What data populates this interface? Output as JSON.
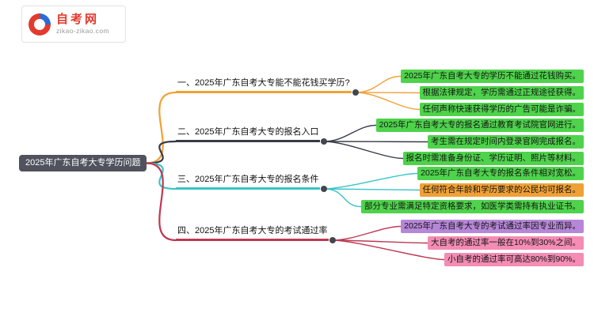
{
  "logo": {
    "site_name": "自考网",
    "site_url": "zikao-zikao.com"
  },
  "root": {
    "label": "2025年广东自考大专学历问题",
    "bg": "#50535e"
  },
  "colors": {
    "logo_red": "#e23a2c",
    "logo_blue": "#2c6bd8",
    "url_gray": "#9a9a9a",
    "box_border": "#e3e3e3",
    "root_bg": "#50535e",
    "dot": "#41464f",
    "leaf_green": "#4ed34b",
    "leaf_orange": "#f0a135",
    "leaf_purple": "#b687d8",
    "leaf_pink": "#f48cb4"
  },
  "branches": [
    {
      "title": "一、2025年广东自考大专能不能花钱买学历?",
      "color": "#f0a135",
      "leaves": [
        {
          "text": "2025年广东自考大专的学历不能通过花钱购买。",
          "bg": "#4ed34b"
        },
        {
          "text": "根据法律规定，学历需通过正规途径获得。",
          "bg": "#4ed34b"
        },
        {
          "text": "任何声称快速获得学历的广告可能是诈骗。",
          "bg": "#4ed34b"
        }
      ]
    },
    {
      "title": "二、2025年广东自考大专的报名入口",
      "color": "#363b47",
      "leaves": [
        {
          "text": "2025年广东自考大专的报名通过教育考试院官网进行。",
          "bg": "#4ed34b"
        },
        {
          "text": "考生需在规定时间内登录官网完成报名。",
          "bg": "#4ed34b"
        },
        {
          "text": "报名时需准备身份证、学历证明、照片等材料。",
          "bg": "#4ed34b"
        }
      ]
    },
    {
      "title": "三、2025年广东自考大专的报名条件",
      "color": "#39c4c7",
      "leaves": [
        {
          "text": "2025年广东自考大专的报名条件相对宽松。",
          "bg": "#4ed34b"
        },
        {
          "text": "任何符合年龄和学历要求的公民均可报名。",
          "bg": "#f0a135"
        },
        {
          "text": "部分专业需满足特定资格要求，如医学类需持有执业证书。",
          "bg": "#4ed34b"
        }
      ]
    },
    {
      "title": "四、2025年广东自考大专的考试通过率",
      "color": "#bd3853",
      "leaves": [
        {
          "text": "2025年广东自考大专的考试通过率因专业而异。",
          "bg": "#b687d8"
        },
        {
          "text": "大自考的通过率一般在10%到30%之间。",
          "bg": "#f48cb4"
        },
        {
          "text": "小自考的通过率可高达80%到90%。",
          "bg": "#f48cb4"
        }
      ]
    }
  ]
}
